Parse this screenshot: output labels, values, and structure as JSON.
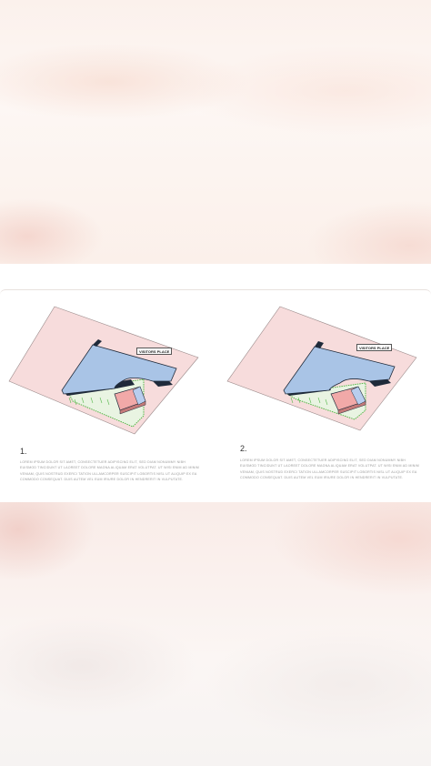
{
  "colors": {
    "site": "#f7dcdc",
    "building": "#a9c4e6",
    "building_dark": "#1f2a3a",
    "annex": "#f1a9a8",
    "green_edge": "#55b84a",
    "caption_text": "#9a9a9a"
  },
  "panels": [
    {
      "number": "1.",
      "tag": "VISITORS PLACE",
      "caption": "LOREM IPSUM DOLOR SIT AMET, CONSECTETUER ADIPISCING ELIT, SED DIAM NONUMMY NIBH EUISMOD TINCIDUNT UT LAOREET DOLORE MAGNA ALIQUAM ERAT VOLUTPAT. UT WISI ENIM AD MINIM VENIAM, QUIS NOSTRUD EXERCI TATION ULLAMCORPER SUSCIPIT LOBORTIS NISL UT ALIQUIP EX EA COMMODO CONSEQUAT. DUIS AUTEM VEL EUM IRIURE DOLOR IN HENDRERIT IN VULPUTATE."
    },
    {
      "number": "2.",
      "tag": "VISITORS PLACE",
      "caption": "LOREM IPSUM DOLOR SIT AMET, CONSECTETUER ADIPISCING ELIT, SED DIAM NONUMMY NIBH EUISMOD TINCIDUNT UT LAOREET DOLORE MAGNA ALIQUAM ERAT VOLUTPAT. UT WISI ENIM AD MINIM VENIAM, QUIS NOSTRUD EXERCI TATION ULLAMCORPER SUSCIPIT LOBORTIS NISL UT ALIQUIP EX EA COMMODO CONSEQUAT. DUIS AUTEM VEL EUM IRIURE DOLOR IN HENDRERIT IN VULPUTATE."
    }
  ]
}
